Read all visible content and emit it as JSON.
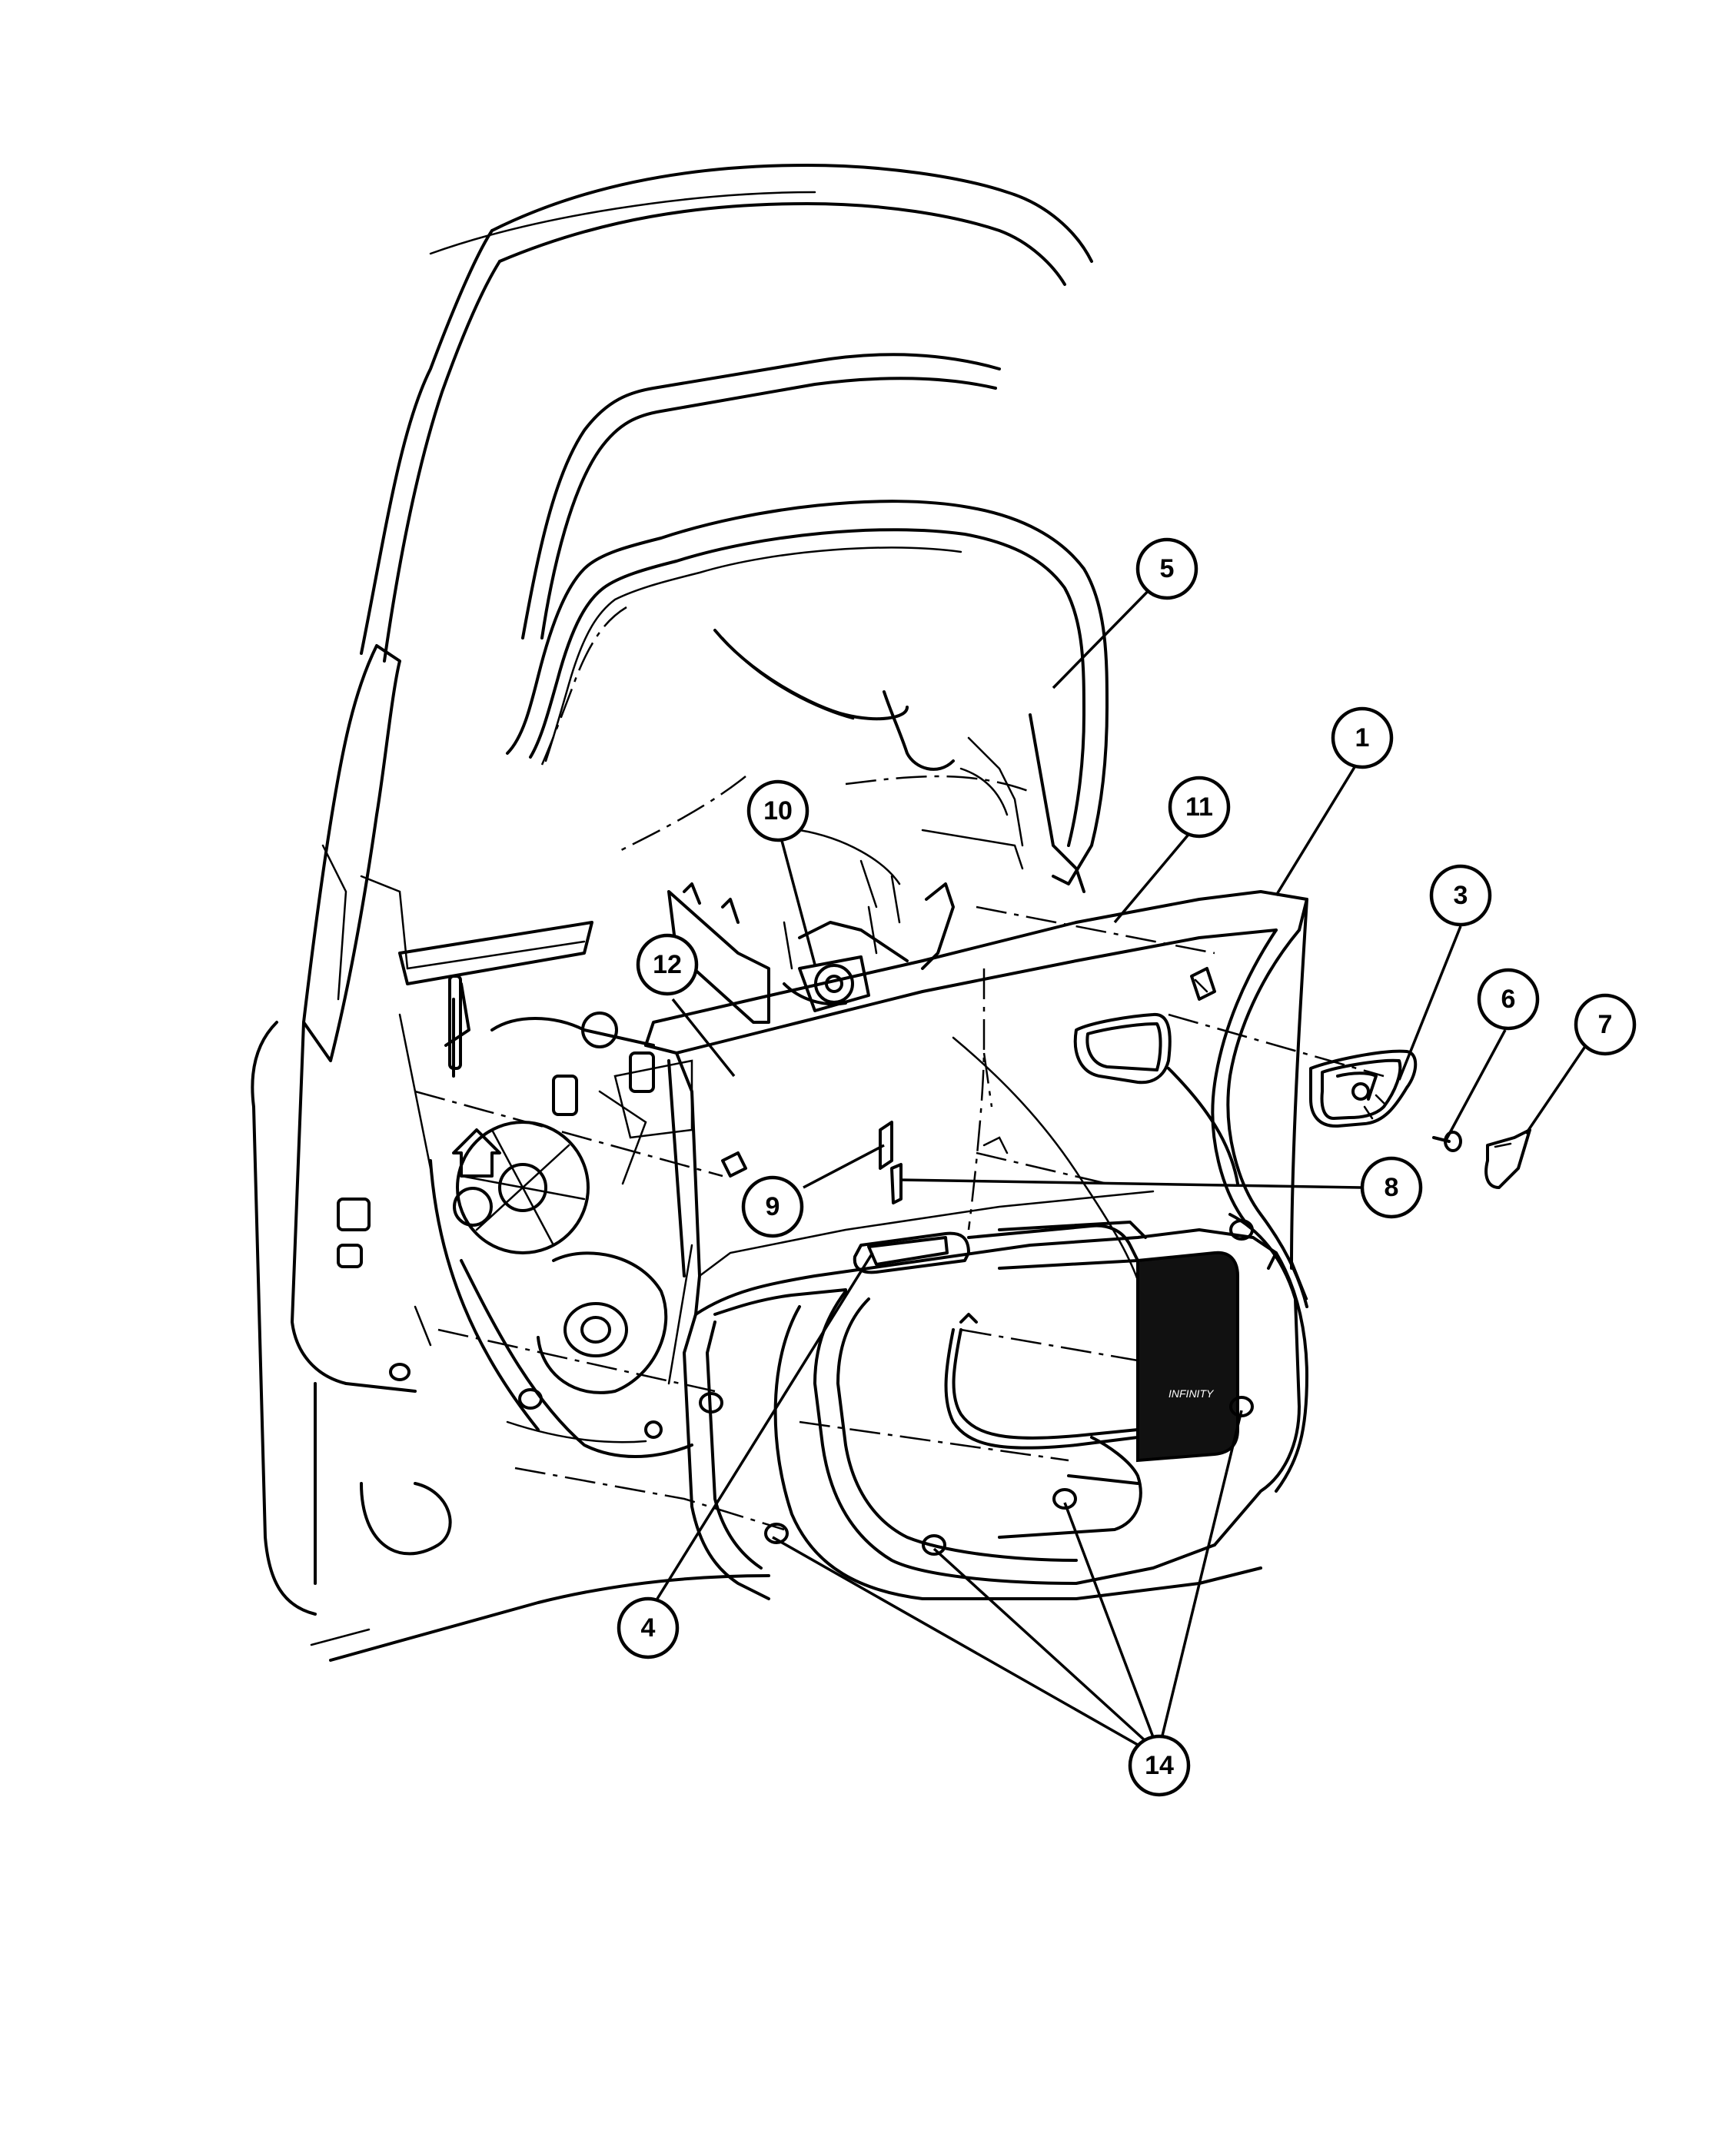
{
  "diagram": {
    "callouts": [
      {
        "id": "c1",
        "label": "1"
      },
      {
        "id": "c3",
        "label": "3"
      },
      {
        "id": "c4",
        "label": "4"
      },
      {
        "id": "c5",
        "label": "5"
      },
      {
        "id": "c6",
        "label": "6"
      },
      {
        "id": "c7",
        "label": "7"
      },
      {
        "id": "c8",
        "label": "8"
      },
      {
        "id": "c9",
        "label": "9"
      },
      {
        "id": "c10",
        "label": "10"
      },
      {
        "id": "c11",
        "label": "11"
      },
      {
        "id": "c12",
        "label": "12"
      },
      {
        "id": "c14",
        "label": "14"
      }
    ]
  }
}
